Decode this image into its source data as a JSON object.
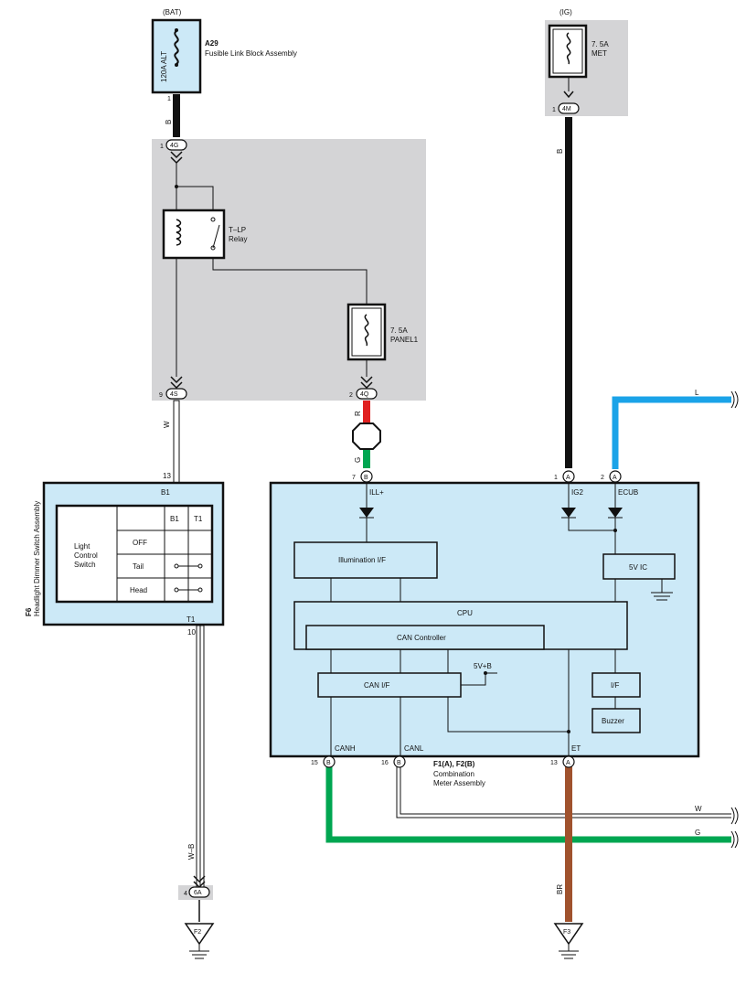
{
  "colors": {
    "component_fill": "#cce9f7",
    "shaded_area": "#d4d4d6",
    "wire_black": "#111111",
    "wire_red": "#e02020",
    "wire_green": "#00a651",
    "wire_blue": "#1aa3e8",
    "wire_brown": "#a0522d",
    "wire_white": "#ffffff"
  },
  "power": {
    "bat": "(BAT)",
    "ig": "(IG)"
  },
  "fuse_alt": {
    "rating": "120A ALT",
    "id": "A29",
    "name": "Fusible Link Block Assembly"
  },
  "fuse_met": {
    "rating": "7. 5A",
    "name": "MET"
  },
  "fuse_panel": {
    "rating": "7. 5A",
    "name": "PANEL1"
  },
  "relay": {
    "name": "T–LP",
    "name2": "Relay"
  },
  "connectors": {
    "alt_out": {
      "pin": "1"
    },
    "c4g": {
      "pin": "1",
      "code": "4G"
    },
    "c4s": {
      "pin": "9",
      "code": "4S"
    },
    "c4q": {
      "pin": "2",
      "code": "4Q"
    },
    "c4m": {
      "pin": "1",
      "code": "4M"
    },
    "met_out": {
      "pin": "1"
    },
    "c6a": {
      "pin": "4",
      "code": "6A"
    },
    "b_ill": {
      "pin": "7",
      "code": "B"
    },
    "a_ig2": {
      "pin": "1",
      "code": "A"
    },
    "a_ecub": {
      "pin": "2",
      "code": "A"
    },
    "b_canh": {
      "pin": "15",
      "code": "B"
    },
    "b_canl": {
      "pin": "16",
      "code": "B"
    },
    "a_et": {
      "pin": "13",
      "code": "A"
    },
    "sw_b1": {
      "pin": "13"
    },
    "sw_t1": {
      "pin": "10"
    }
  },
  "wires": {
    "b_left": "B",
    "b_right": "B",
    "w_switch": "W",
    "r_panel": "R",
    "g_panel": "G",
    "l_ecub": "L",
    "w_canl": "W",
    "g_canh": "G",
    "wb_ground": "W–B",
    "br_ground": "BR"
  },
  "grounds": {
    "f2": "F2",
    "f3": "F3"
  },
  "switch_assembly": {
    "id": "F6",
    "name": "Headlight Dimmer Switch Assembly",
    "terminal_top": "B1",
    "terminal_bottom": "T1",
    "label_line1": "Light",
    "label_line2": "Control",
    "label_line3": "Switch",
    "col_b1": "B1",
    "col_t1": "T1",
    "rows": [
      "OFF",
      "Tail",
      "Head"
    ]
  },
  "meter": {
    "id": "F1(A), F2(B)",
    "name_line1": "Combination",
    "name_line2": "Meter Assembly",
    "pins": {
      "ill": "ILL+",
      "ig2": "IG2",
      "ecub": "ECUB",
      "canh": "CANH",
      "canl": "CANL",
      "et": "ET"
    },
    "blocks": {
      "illumination": "Illumination I/F",
      "ic5v": "5V IC",
      "cpu": "CPU",
      "can_controller": "CAN Controller",
      "can_if": "CAN I/F",
      "v5b": "5V+B",
      "if": "I/F",
      "buzzer": "Buzzer"
    }
  }
}
